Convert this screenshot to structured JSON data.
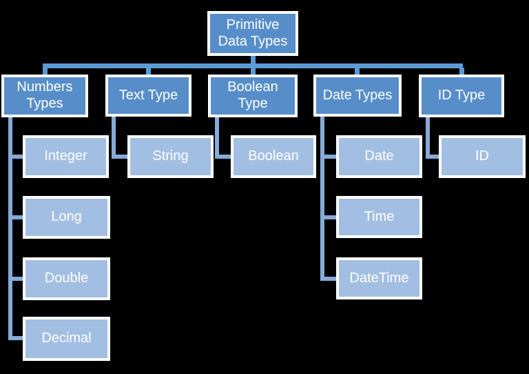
{
  "tree": {
    "root": {
      "label": "Primitive Data Types"
    },
    "branches": [
      {
        "label": "Numbers Types",
        "children": [
          "Integer",
          "Long",
          "Double",
          "Decimal"
        ]
      },
      {
        "label": "Text Type",
        "children": [
          "String"
        ]
      },
      {
        "label": "Boolean Type",
        "children": [
          "Boolean"
        ]
      },
      {
        "label": "Date Types",
        "children": [
          "Date",
          "Time",
          "DateTime"
        ]
      },
      {
        "label": "ID Type",
        "children": [
          "ID"
        ]
      }
    ]
  },
  "colors": {
    "background": "#000000",
    "level1_fill": "#578ec9",
    "child_fill": "#a2bfe3",
    "border": "#ffffff",
    "text": "#ffffff",
    "top_connector": "#5b9bd5",
    "child_connector": "#85abd8"
  }
}
